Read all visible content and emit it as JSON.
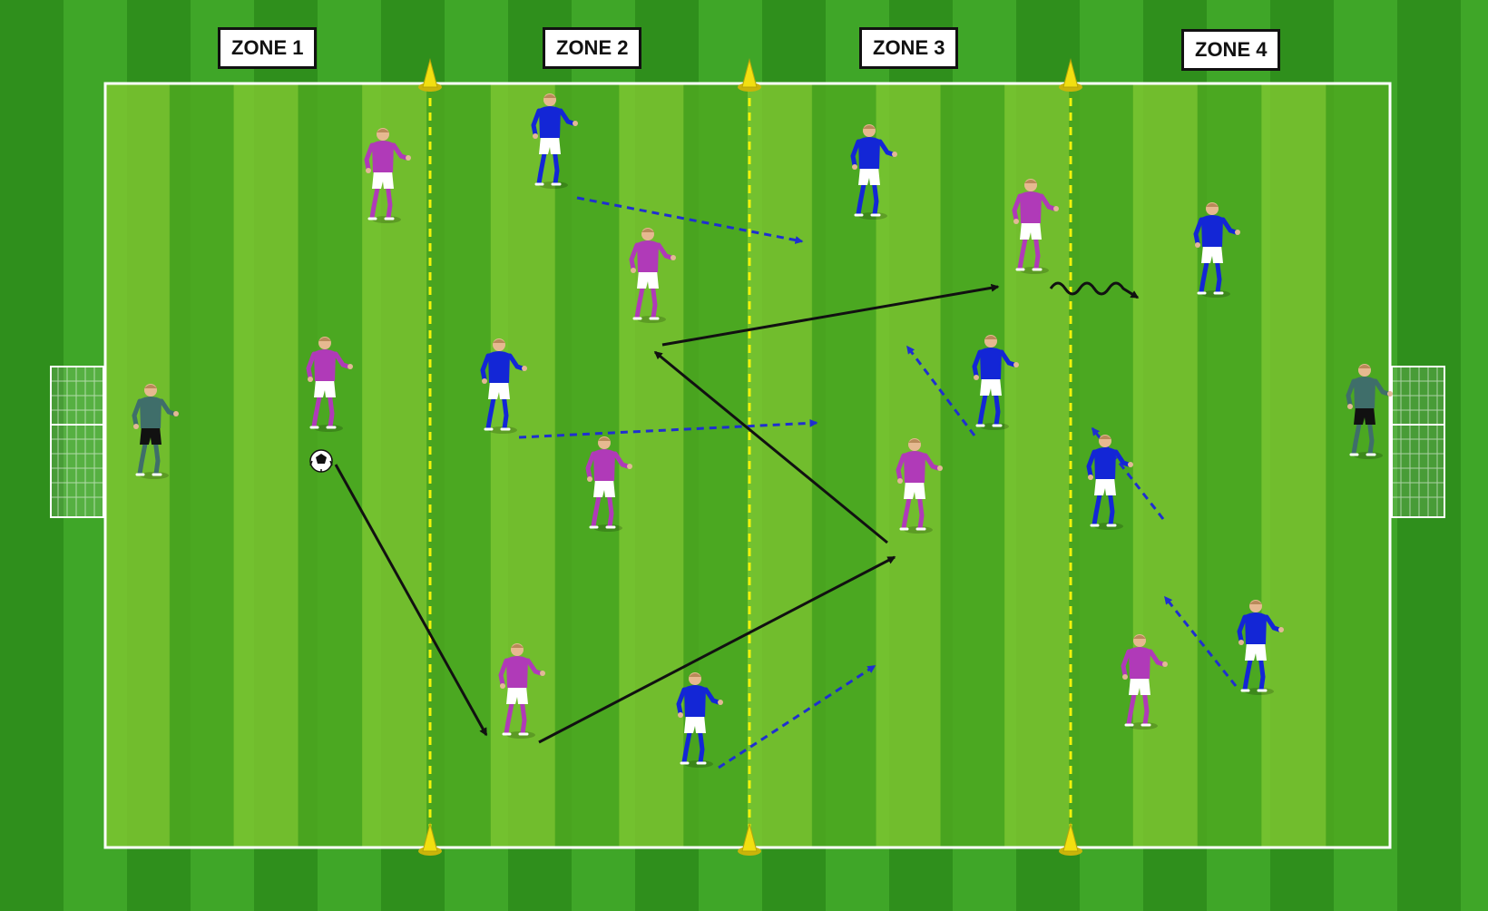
{
  "colors": {
    "grass_dark": "#2f8f1c",
    "grass_light": "#3fa628",
    "field_dark": "#4ea820",
    "field_light": "#7cc530",
    "line_white": "#ffffff",
    "zone_line": "#f2f20a",
    "cone": "#f2df10",
    "team_purple": "#b03ab8",
    "team_blue": "#1326d6",
    "goalkeeper": "#3f6e6a",
    "pass_arrow": "#111111",
    "run_arrow": "#1f2fd0"
  },
  "zones": [
    {
      "label": "ZONE 1"
    },
    {
      "label": "ZONE 2"
    },
    {
      "label": "ZONE 3"
    },
    {
      "label": "ZONE 4"
    }
  ],
  "players": [
    {
      "team": "purple",
      "role": "player"
    },
    {
      "team": "purple",
      "role": "player"
    },
    {
      "team": "purple",
      "role": "player"
    },
    {
      "team": "purple",
      "role": "player"
    },
    {
      "team": "purple",
      "role": "player"
    },
    {
      "team": "purple",
      "role": "player"
    },
    {
      "team": "purple",
      "role": "player"
    },
    {
      "team": "purple",
      "role": "player"
    },
    {
      "team": "blue",
      "role": "player"
    },
    {
      "team": "blue",
      "role": "player"
    },
    {
      "team": "blue",
      "role": "player"
    },
    {
      "team": "blue",
      "role": "player"
    },
    {
      "team": "blue",
      "role": "player"
    },
    {
      "team": "blue",
      "role": "player"
    },
    {
      "team": "blue",
      "role": "player"
    },
    {
      "team": "blue",
      "role": "player"
    },
    {
      "team": "keeper",
      "role": "goalkeeper"
    },
    {
      "team": "keeper",
      "role": "goalkeeper"
    }
  ],
  "icons": {
    "ball": "soccer-ball-icon",
    "cone": "cone-icon",
    "goal": "goal-icon"
  }
}
